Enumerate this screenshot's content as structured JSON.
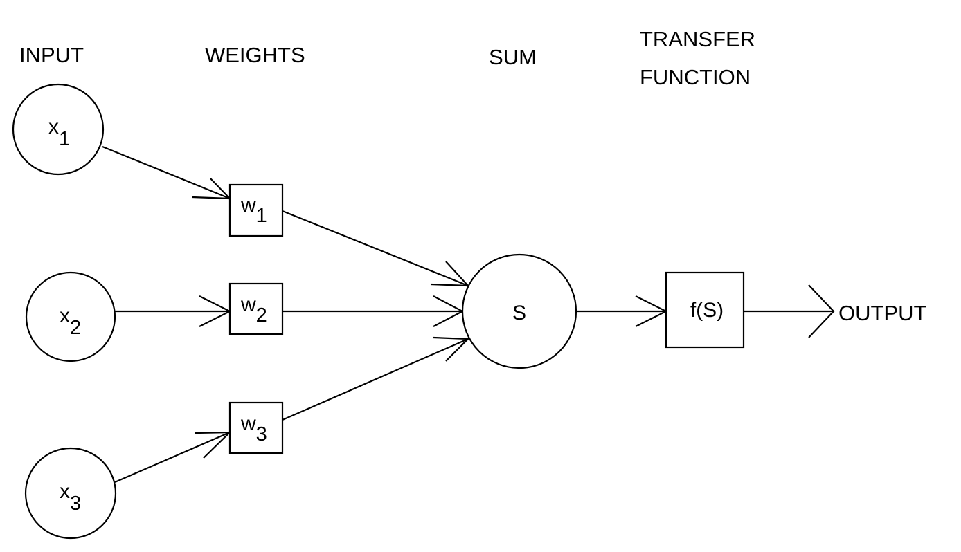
{
  "headers": {
    "input": "INPUT",
    "weights": "WEIGHTS",
    "sum": "SUM",
    "transfer_line1": "TRANSFER",
    "transfer_line2": "FUNCTION"
  },
  "inputs": [
    {
      "base": "x",
      "sub": "1"
    },
    {
      "base": "x",
      "sub": "2"
    },
    {
      "base": "x",
      "sub": "3"
    }
  ],
  "weights": [
    {
      "base": "w",
      "sub": "1"
    },
    {
      "base": "w",
      "sub": "2"
    },
    {
      "base": "w",
      "sub": "3"
    }
  ],
  "sum_node": "S",
  "transfer_node": "f(S)",
  "output_label": "OUTPUT"
}
